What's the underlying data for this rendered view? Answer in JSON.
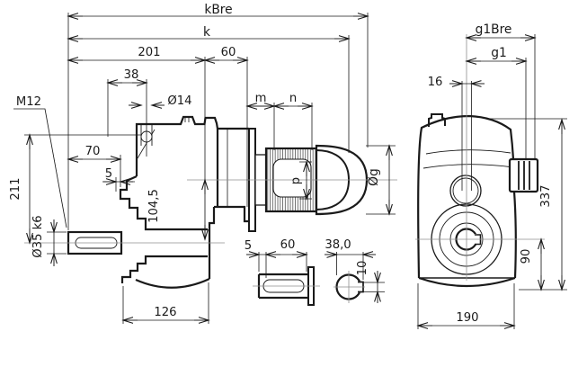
{
  "drawing": {
    "type": "technical-dimension-drawing",
    "subject": "shaft-mounted parallel gear motor: side view, front view, shaft keyway details",
    "colors": {
      "line": "#1a1a1a",
      "centerline": "#8f8f8f",
      "background": "#ffffff"
    },
    "views": {
      "side": "side view with motor",
      "front": "front view",
      "keyway": "shaft keyway side detail",
      "section": "shaft cross-section detail"
    },
    "dims": {
      "kBre": "kBre",
      "k": "k",
      "n201": "201",
      "n60": "60",
      "n38": "38",
      "dia14": "Ø14",
      "m": "m",
      "n": "n",
      "p": "p",
      "diaG": "Øg",
      "M12": "M12",
      "n70": "70",
      "n5": "5",
      "n211": "211",
      "dia35": "Ø35 k6",
      "n104_5": "104,5",
      "n126": "126",
      "key5": "5",
      "key60": "60",
      "key38_0": "38,0",
      "key10": "10",
      "g1Bre": "g1Bre",
      "g1": "g1",
      "n16": "16",
      "n337": "337",
      "n90": "90",
      "n190": "190"
    }
  }
}
